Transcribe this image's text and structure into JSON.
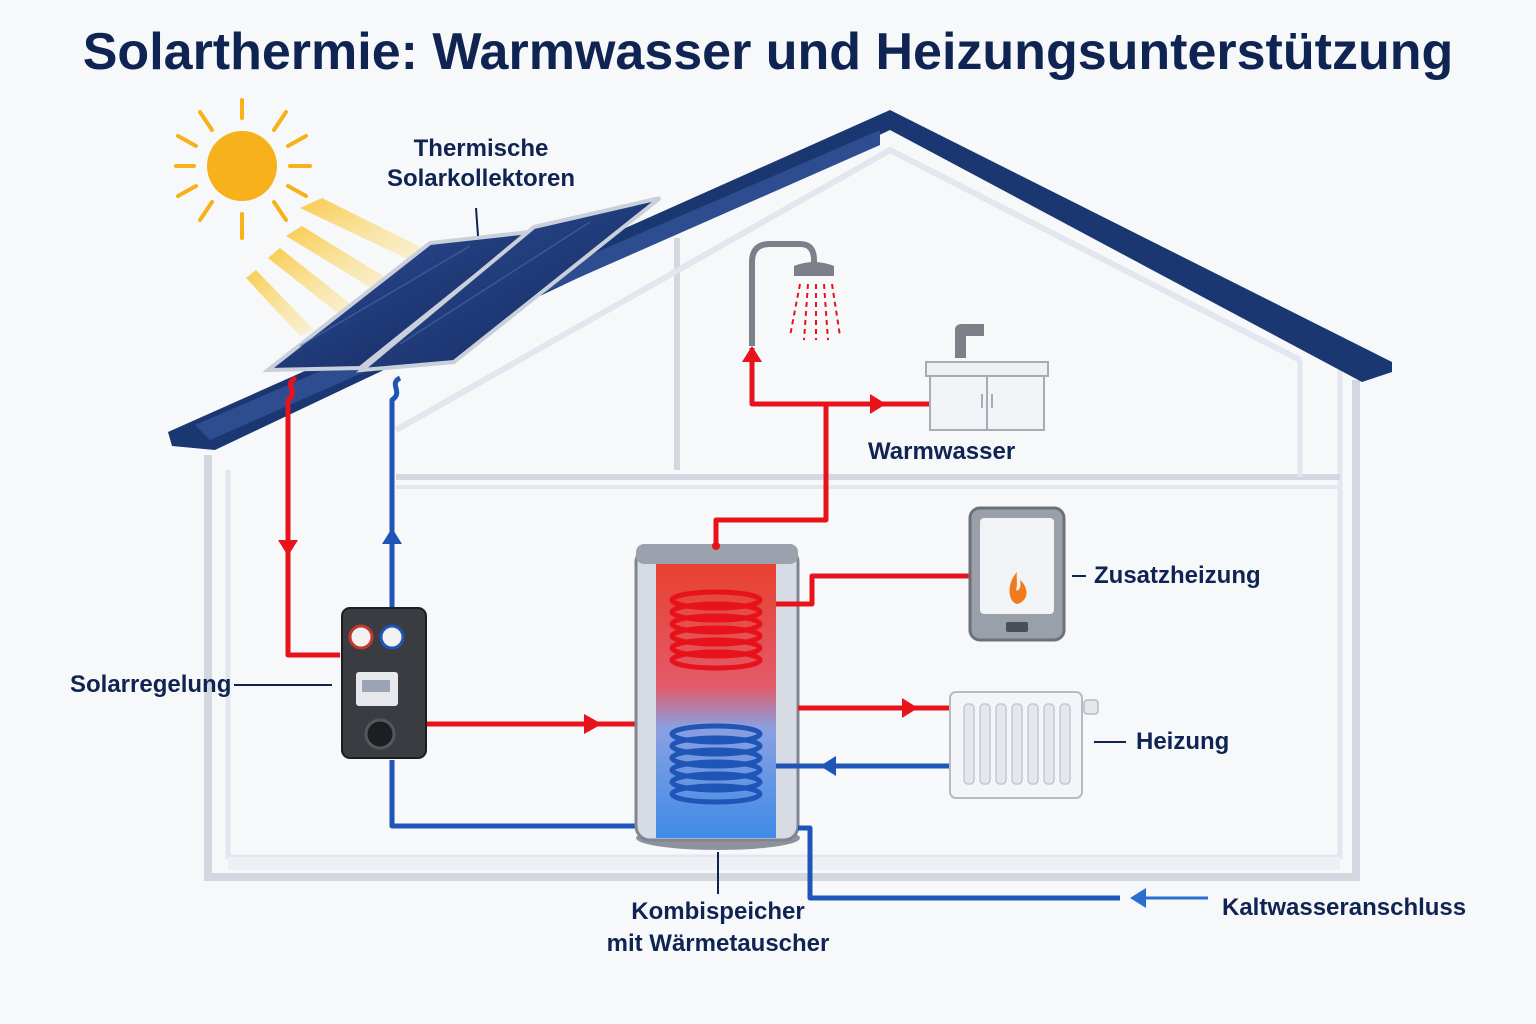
{
  "title": "Solarthermie: Warmwasser und Heizungsunterstützung",
  "labels": {
    "collectors_line1": "Thermische",
    "collectors_line2": "Solarkollektoren",
    "warmwater": "Warmwasser",
    "aux_heating": "Zusatzheizung",
    "solar_control": "Solarregelung",
    "heating": "Heizung",
    "storage_line1": "Kombispeicher",
    "storage_line2": "mit Wärmetauscher",
    "cold_water": "Kaltwasseranschluss"
  },
  "colors": {
    "hot": "#e8121b",
    "cold": "#1f55b6",
    "roof": "#1b3772",
    "title": "#0f2452",
    "sun": "#f7b21b"
  }
}
